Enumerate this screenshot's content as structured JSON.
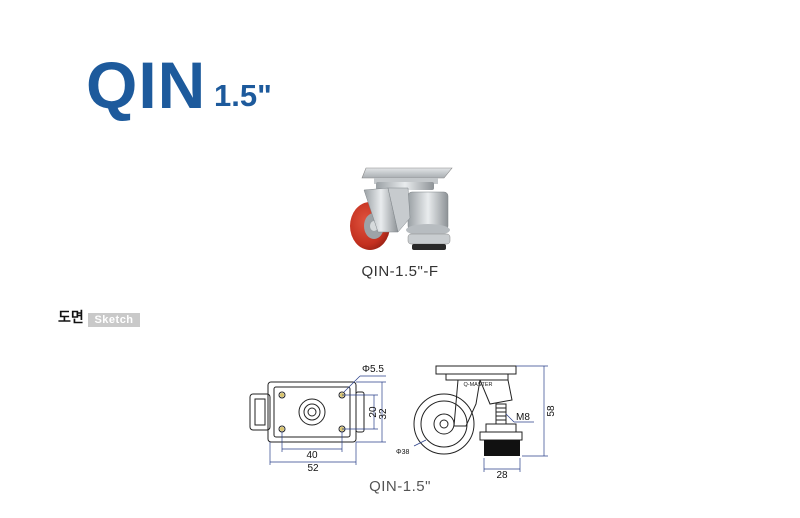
{
  "header": {
    "model": "QIN",
    "size": "1.5\""
  },
  "photo": {
    "caption": "QIN-1.5\"-F"
  },
  "sketch": {
    "label_ko": "도면",
    "label_en": "Sketch"
  },
  "drawing": {
    "hole_dia": "Φ5.5",
    "hole_spacing_v": "20",
    "plate_height": "32",
    "hole_spacing_h": "40",
    "plate_width": "52",
    "brand": "Q-MASTER",
    "thread": "M8",
    "overall_height": "58",
    "wheel_dia": "Φ38",
    "pad_dia": "28",
    "caption": "QIN-1.5\""
  }
}
